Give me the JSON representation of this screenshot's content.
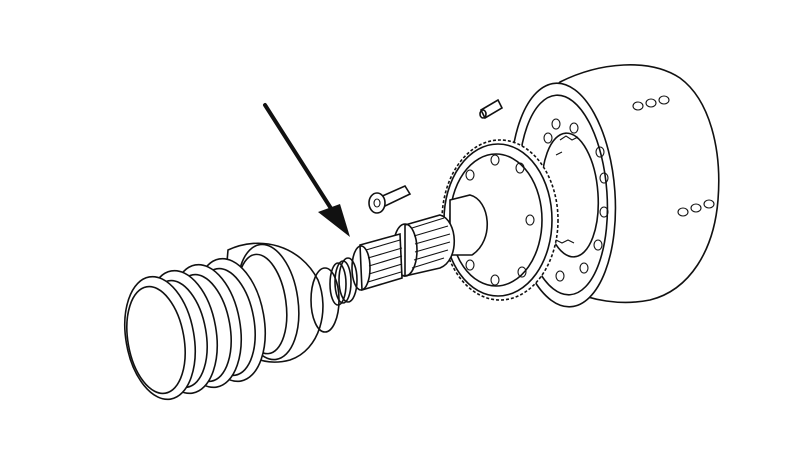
{
  "diagram": {
    "type": "exploded-assembly-line-drawing",
    "palette": {
      "ink": "#111111",
      "paper": "#ffffff"
    },
    "parts": [
      {
        "id": "drum-housing",
        "kind": "cylindrical housing with holes"
      },
      {
        "id": "dowel-pin",
        "kind": "pin"
      },
      {
        "id": "ring-gear",
        "kind": "large spur gear"
      },
      {
        "id": "cap-screw",
        "kind": "socket head bolt"
      },
      {
        "id": "splined-shaft",
        "kind": "hub with splines"
      },
      {
        "id": "snap-ring",
        "kind": "retaining ring",
        "highlighted": true
      },
      {
        "id": "bearing-cup",
        "kind": "bearing"
      },
      {
        "id": "coil-spring",
        "kind": "helical spring"
      }
    ],
    "pointer": {
      "target": "snap-ring"
    }
  }
}
